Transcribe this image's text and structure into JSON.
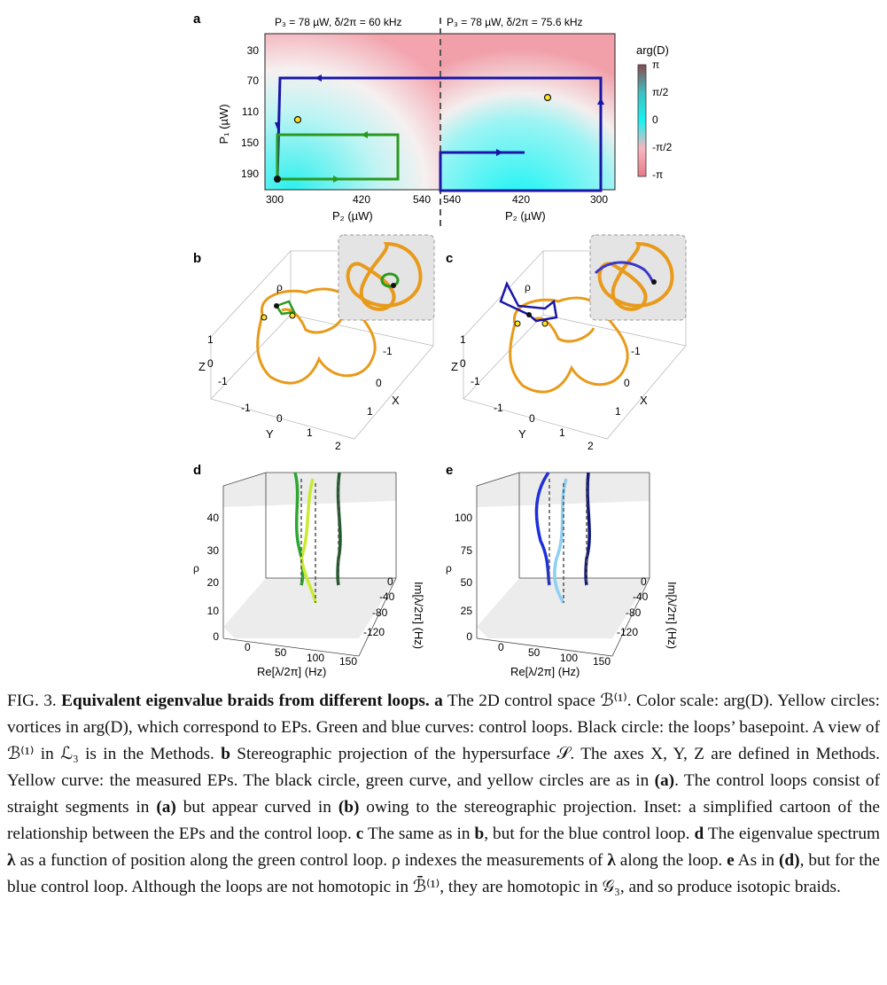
{
  "panel_a": {
    "label": "a",
    "left_title": "P₃ = 78 µW, δ/2π = 60 kHz",
    "right_title": "P₃ = 78 µW, δ/2π = 75.6 kHz",
    "ylabel": "P₁ (µW)",
    "xlabel_left": "P₂ (µW)",
    "xlabel_right": "P₂ (µW)",
    "yticks": [
      "30",
      "70",
      "110",
      "150",
      "190"
    ],
    "xticks_left": [
      "300",
      "420",
      "540"
    ],
    "xticks_right": [
      "540",
      "420",
      "300"
    ],
    "colorbar_title": "arg(D)",
    "colorbar_ticks": [
      "π",
      "π/2",
      "0",
      "-π/2",
      "-π"
    ],
    "colors": {
      "pink": "#f29aa6",
      "cyan": "#19f2f2",
      "green": "#2a9a1e",
      "blue": "#1a16a8",
      "vortex": "#ffe02a"
    }
  },
  "panel_b": {
    "label": "b",
    "z_label": "Z",
    "y_label": "Y",
    "x_label": "X",
    "rho": "ρ",
    "z_ticks": [
      "1",
      "0",
      "-1"
    ],
    "y_ticks": [
      "-1",
      "0",
      "1",
      "2"
    ],
    "x_ticks": [
      "-1",
      "0",
      "1"
    ]
  },
  "panel_c": {
    "label": "c",
    "z_label": "Z",
    "y_label": "Y",
    "x_label": "X",
    "rho": "ρ",
    "z_ticks": [
      "1",
      "0",
      "-1"
    ],
    "y_ticks": [
      "-1",
      "0",
      "1",
      "2"
    ],
    "x_ticks": [
      "-1",
      "0",
      "1"
    ]
  },
  "panel_d": {
    "label": "d",
    "rho": "ρ",
    "rho_ticks": [
      "40",
      "30",
      "20",
      "10",
      "0"
    ],
    "re_ticks": [
      "0",
      "50",
      "100",
      "150"
    ],
    "im_ticks": [
      "0",
      "-40",
      "-80",
      "-120"
    ],
    "re_label": "Re[λ/2π] (Hz)",
    "im_label": "Im[λ/2π] (Hz)"
  },
  "panel_e": {
    "label": "e",
    "rho": "ρ",
    "rho_ticks": [
      "100",
      "75",
      "50",
      "25",
      "0"
    ],
    "re_ticks": [
      "0",
      "50",
      "100",
      "150"
    ],
    "im_ticks": [
      "0",
      "-40",
      "-80",
      "-120"
    ],
    "re_label": "Re[λ/2π] (Hz)",
    "im_label": "Im[λ/2π] (Hz)"
  },
  "caption": {
    "fig": "FIG. 3.",
    "title": "Equivalent eigenvalue braids from different loops.",
    "p_a_label": "a",
    "p_a_text": "The 2D control space ℬ⁽¹⁾. Color scale: arg(D). Yellow circles: vortices in arg(D), which correspond to EPs. Green and blue curves: control loops. Black circle: the loops’ basepoint. A view of ℬ⁽¹⁾ in ℒ₃ is in the Methods.",
    "p_b_label": "b",
    "p_b_text": "Stereographic projection of the hypersurface 𝒮. The axes X, Y, Z are defined in Methods. Yellow curve: the measured EPs. The black circle, green curve, and yellow circles are as in",
    "p_b_ref1": "(a)",
    "p_b_text2": ". The control loops consist of straight segments in",
    "p_b_ref2": "(a)",
    "p_b_text3": "but appear curved in",
    "p_b_ref3": "(b)",
    "p_b_text4": "owing to the stereographic projection. Inset: a simplified cartoon of the relationship between the EPs and the control loop.",
    "p_c_label": "c",
    "p_c_text": "The same as in",
    "p_c_ref": "b",
    "p_c_text2": ", but for the blue control loop.",
    "p_d_label": "d",
    "p_d_text": "The eigenvalue spectrum",
    "p_d_lambda": "λ",
    "p_d_text2": "as a function of position along the green control loop. ρ indexes the measurements of",
    "p_d_lambda2": "λ",
    "p_d_text3": "along the loop.",
    "p_e_label": "e",
    "p_e_text": "As in",
    "p_e_ref": "(d)",
    "p_e_text2": ", but for the blue control loop. Although the loops are not homotopic in ℬ̄⁽¹⁾, they are homotopic in 𝒢₃, and so produce isotopic braids."
  }
}
